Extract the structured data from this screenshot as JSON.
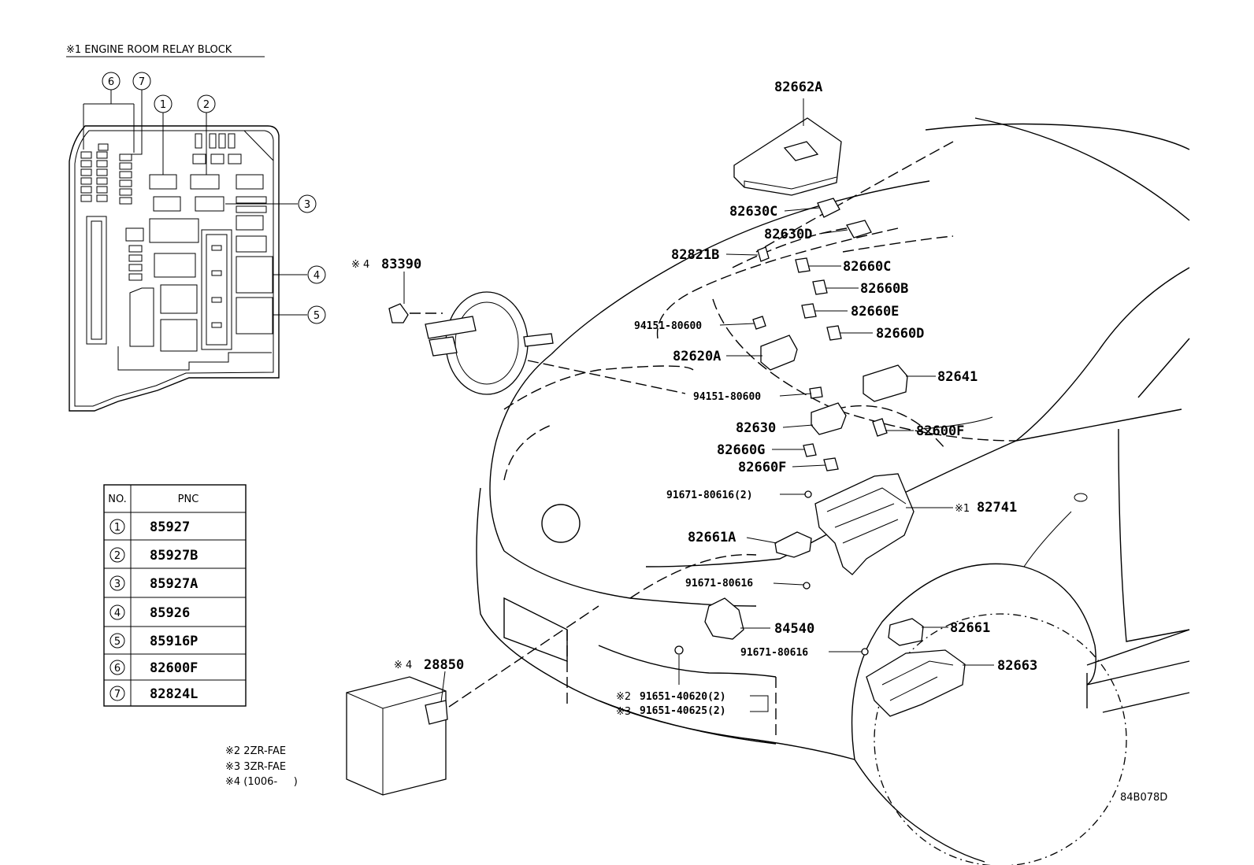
{
  "block_title": "※1 ENGINE ROOM RELAY BLOCK",
  "table": {
    "headers": [
      "NO.",
      "PNC"
    ],
    "rows": [
      {
        "no": "1",
        "pnc": "85927"
      },
      {
        "no": "2",
        "pnc": "85927B"
      },
      {
        "no": "3",
        "pnc": "85927A"
      },
      {
        "no": "4",
        "pnc": "85926"
      },
      {
        "no": "5",
        "pnc": "85916P"
      },
      {
        "no": "6",
        "pnc": "82600F"
      },
      {
        "no": "7",
        "pnc": "82824L"
      }
    ]
  },
  "callout_numbers": [
    "1",
    "2",
    "3",
    "4",
    "5",
    "6",
    "7"
  ],
  "parts": {
    "p82662A": "82662A",
    "p82630C": "82630C",
    "p82630D": "82630D",
    "p82821B": "82821B",
    "p82660C": "82660C",
    "p82660B": "82660B",
    "p82660E": "82660E",
    "p82660D": "82660D",
    "p94151a": "94151-80600",
    "p82620A": "82620A",
    "p82641": "82641",
    "p94151b": "94151-80600",
    "p82630": "82630",
    "p82600F": "82600F",
    "p82660G": "82660G",
    "p82660F": "82660F",
    "p91671a": "91671-80616(2)",
    "p82741_mark": "※1",
    "p82741": "82741",
    "p82661A": "82661A",
    "p91671b": "91671-80616",
    "p84540": "84540",
    "p82661": "82661",
    "p91671c": "91671-80616",
    "p82663": "82663",
    "p83390_mark": "※ 4",
    "p83390": "83390",
    "p28850_mark": "※ 4",
    "p28850": "28850",
    "p91651a_mark": "※2",
    "p91651a": "91651-40620(2)",
    "p91651b_mark": "※3",
    "p91651b": "91651-40625(2)"
  },
  "notes": {
    "n2": "※2 2ZR-FAE",
    "n3": "※3 3ZR-FAE",
    "n4": "※4 (1006-     )"
  },
  "figure_code": "84B078D"
}
